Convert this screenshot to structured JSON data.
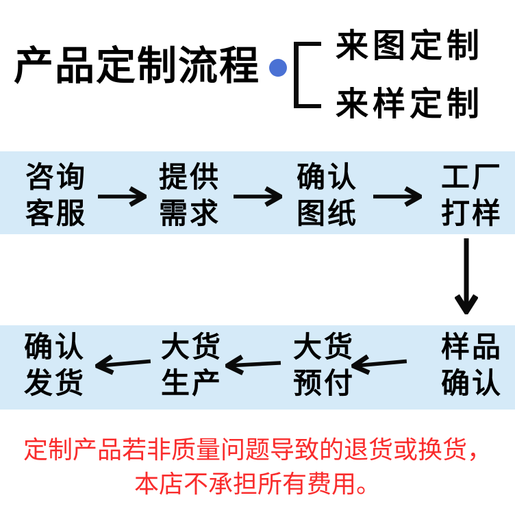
{
  "header": {
    "title": "产品定制流程",
    "options": [
      {
        "label": "来图定制"
      },
      {
        "label": "来样定制"
      }
    ]
  },
  "flow_top": {
    "direction": "left-to-right",
    "steps": [
      {
        "line1": "咨询",
        "line2": "客服"
      },
      {
        "line1": "提供",
        "line2": "需求"
      },
      {
        "line1": "确认",
        "line2": "图纸"
      },
      {
        "line1": "工厂",
        "line2": "打样"
      }
    ]
  },
  "flow_bottom": {
    "direction": "right-to-left",
    "steps": [
      {
        "line1": "确认",
        "line2": "发货"
      },
      {
        "line1": "大货",
        "line2": "生产"
      },
      {
        "line1": "大货",
        "line2": "预付"
      },
      {
        "line1": "样品",
        "line2": "确认"
      }
    ]
  },
  "notice": {
    "line1": "定制产品若非质量问题导致的退货或换货，",
    "line2": "本店不承担所有费用。"
  },
  "icons": {
    "title_bullet": "blue-dot",
    "options_bracket": "square-bracket",
    "flow_arrows_top": "arrow-right",
    "flow_arrows_bottom": "arrow-left",
    "connector": "arrow-down"
  },
  "colors": {
    "band_bg": "#d5eaf8",
    "dot_blue": "#4a71d4",
    "notice_red": "#f92c2c",
    "ink": "#0a0a0a"
  }
}
